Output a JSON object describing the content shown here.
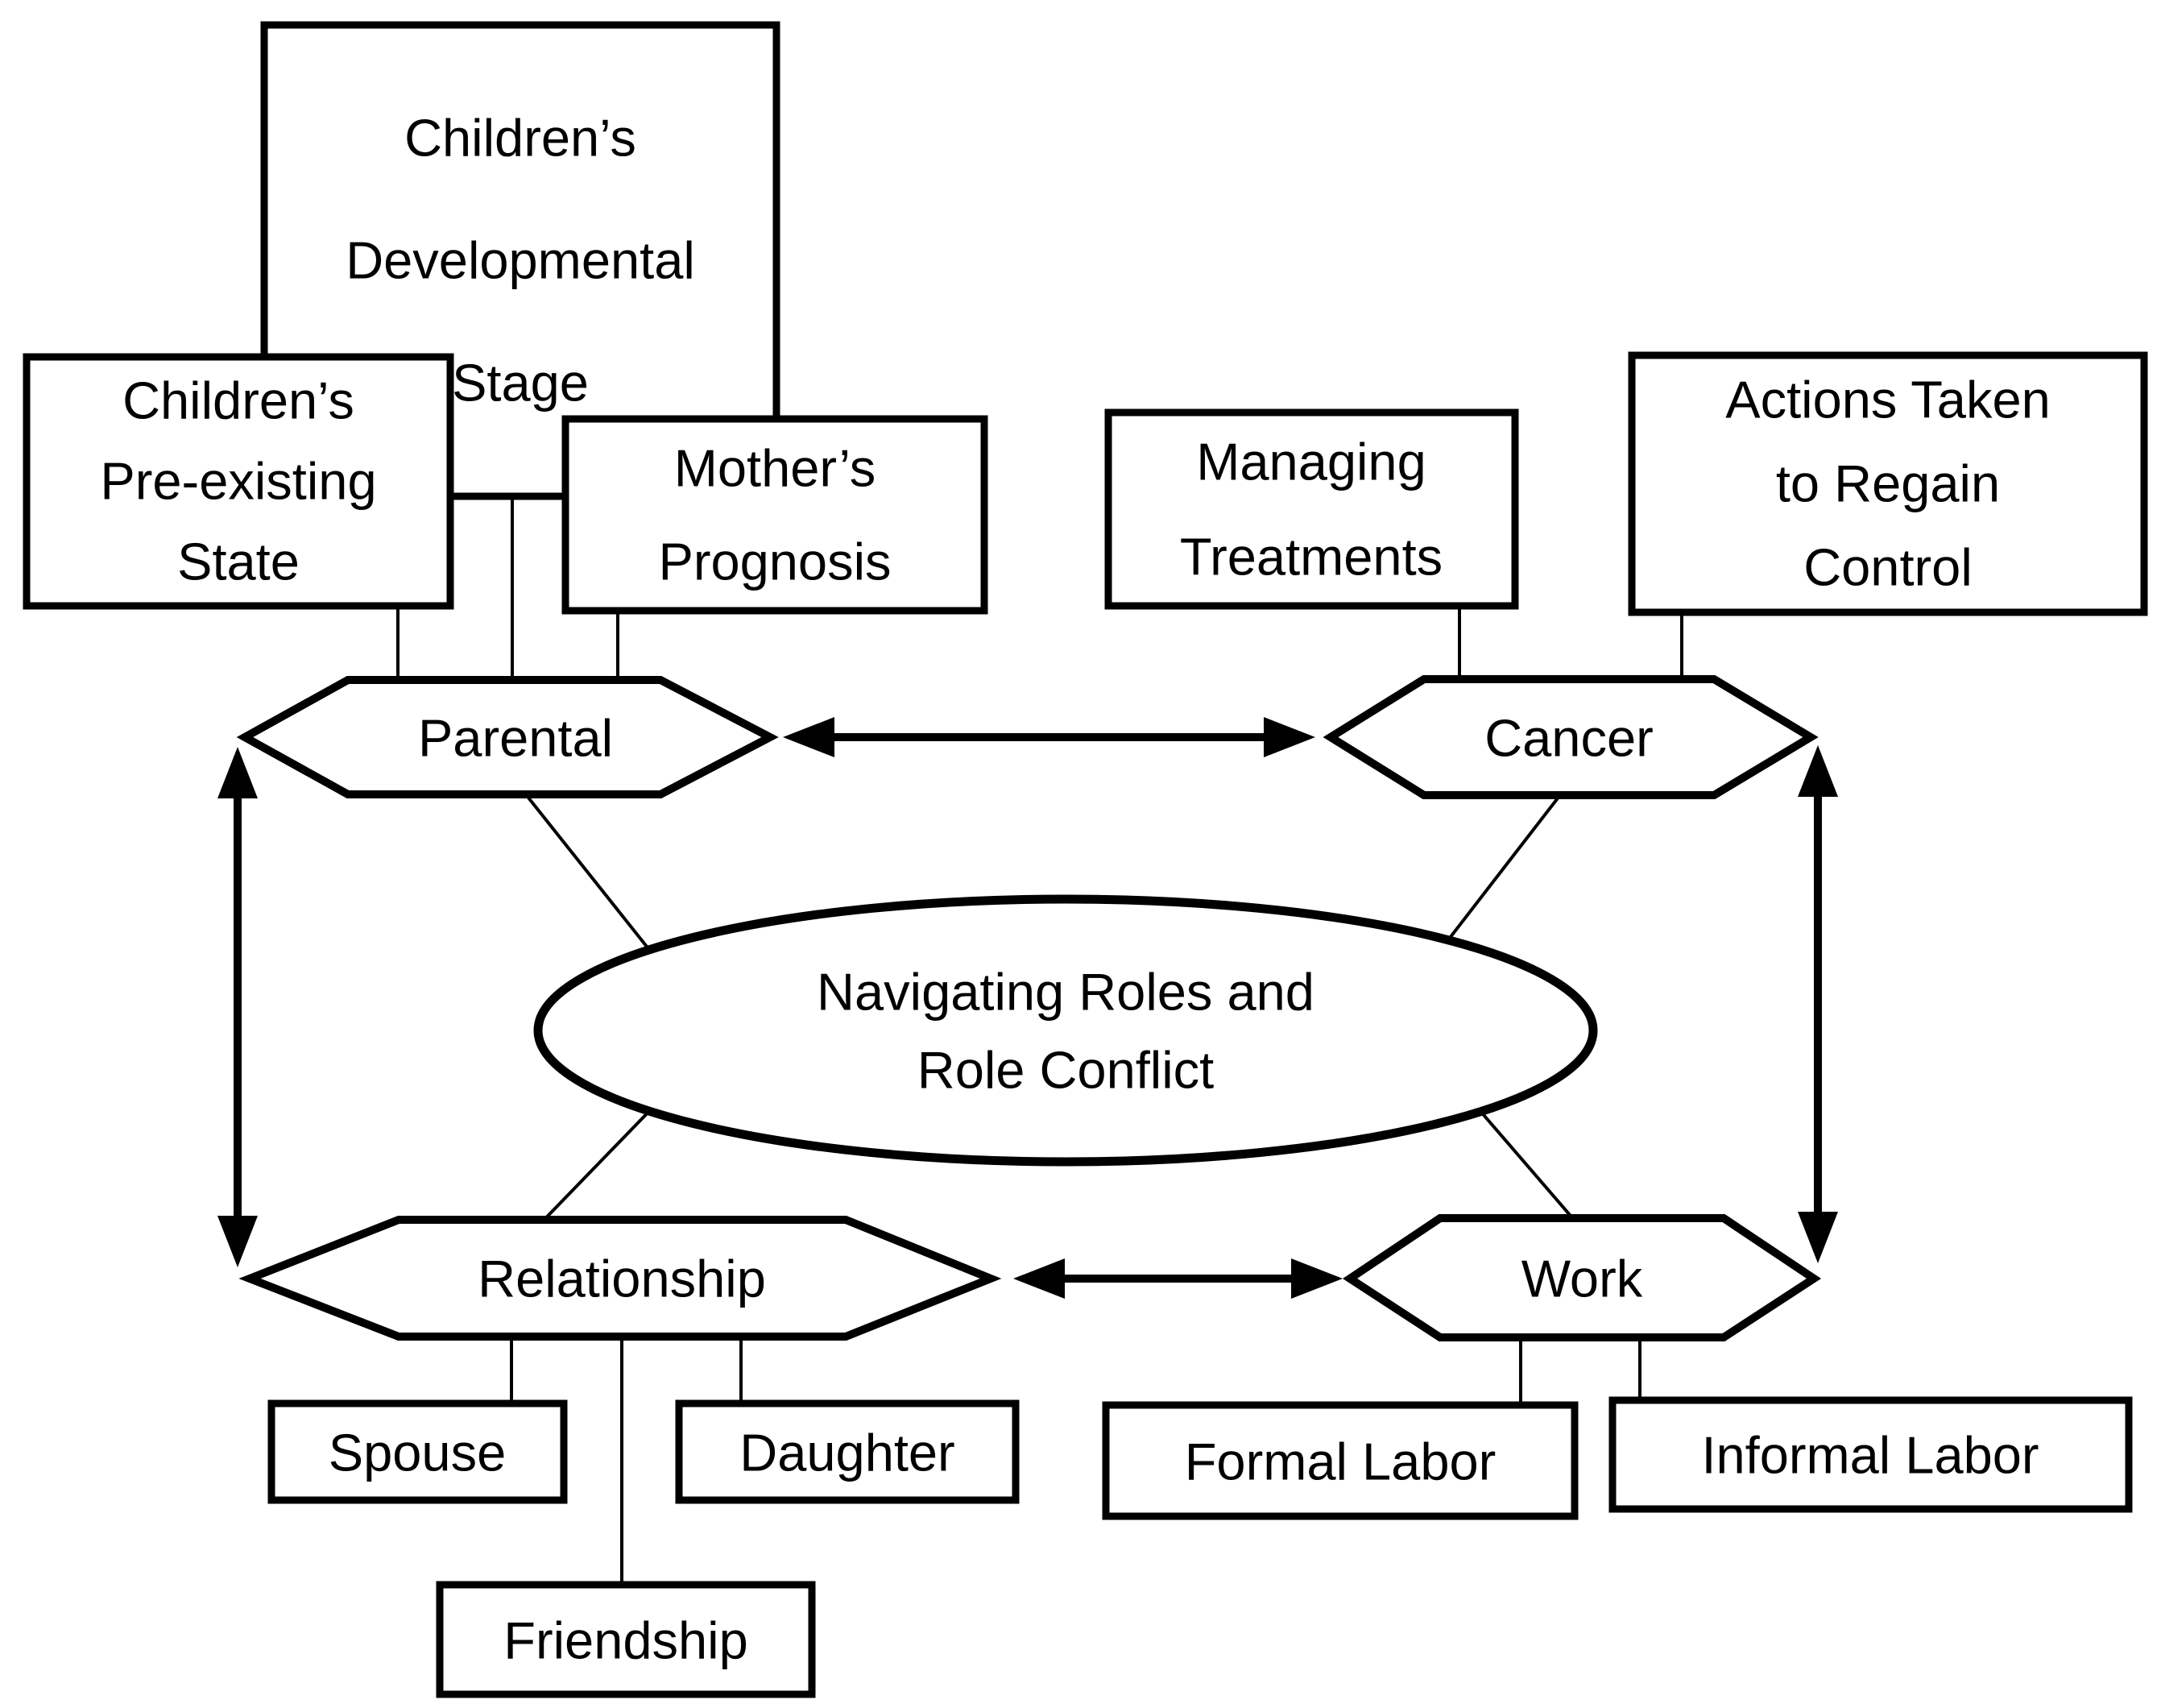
{
  "colors": {
    "ink": "#000000",
    "paper": "#ffffff"
  },
  "nodes": {
    "childrens_developmental_stage": {
      "shape": "rect",
      "lines": [
        "Children’s",
        "Developmental",
        "Stage"
      ]
    },
    "childrens_preexisting_state": {
      "shape": "rect",
      "lines": [
        "Children’s",
        "Pre-existing",
        "State"
      ]
    },
    "mothers_prognosis": {
      "shape": "rect",
      "lines": [
        "Mother’s",
        "Prognosis"
      ]
    },
    "managing_treatments": {
      "shape": "rect",
      "lines": [
        "Managing",
        "Treatments"
      ]
    },
    "actions_taken_to_regain_control": {
      "shape": "rect",
      "lines": [
        "Actions Taken",
        "to Regain",
        "Control"
      ]
    },
    "parental": {
      "shape": "hexagon",
      "label": "Parental"
    },
    "cancer": {
      "shape": "hexagon",
      "label": "Cancer"
    },
    "relationship": {
      "shape": "hexagon",
      "label": "Relationship"
    },
    "work": {
      "shape": "hexagon",
      "label": "Work"
    },
    "navigating_roles": {
      "shape": "ellipse",
      "lines": [
        "Navigating Roles and",
        "Role Conflict"
      ]
    },
    "spouse": {
      "shape": "rect",
      "label": "Spouse"
    },
    "daughter": {
      "shape": "rect",
      "label": "Daughter"
    },
    "friendship": {
      "shape": "rect",
      "label": "Friendship"
    },
    "formal_labor": {
      "shape": "rect",
      "label": "Formal Labor"
    },
    "informal_labor": {
      "shape": "rect",
      "label": "Informal Labor"
    }
  },
  "edges": [
    {
      "from": "childrens_developmental_stage",
      "to": "parental",
      "type": "line"
    },
    {
      "from": "childrens_preexisting_state",
      "to": "parental",
      "type": "line"
    },
    {
      "from": "mothers_prognosis",
      "to": "parental",
      "type": "line"
    },
    {
      "from": "managing_treatments",
      "to": "cancer",
      "type": "line"
    },
    {
      "from": "actions_taken_to_regain_control",
      "to": "cancer",
      "type": "line"
    },
    {
      "from": "parental",
      "to": "navigating_roles",
      "type": "line"
    },
    {
      "from": "cancer",
      "to": "navigating_roles",
      "type": "line"
    },
    {
      "from": "navigating_roles",
      "to": "relationship",
      "type": "line"
    },
    {
      "from": "navigating_roles",
      "to": "work",
      "type": "line"
    },
    {
      "from": "relationship",
      "to": "spouse",
      "type": "line"
    },
    {
      "from": "relationship",
      "to": "friendship",
      "type": "line"
    },
    {
      "from": "relationship",
      "to": "daughter",
      "type": "line"
    },
    {
      "from": "work",
      "to": "formal_labor",
      "type": "line"
    },
    {
      "from": "work",
      "to": "informal_labor",
      "type": "line"
    },
    {
      "from": "parental",
      "to": "cancer",
      "type": "double_arrow"
    },
    {
      "from": "relationship",
      "to": "work",
      "type": "double_arrow"
    },
    {
      "from": "parental",
      "to": "relationship",
      "type": "double_arrow"
    },
    {
      "from": "cancer",
      "to": "work",
      "type": "double_arrow"
    }
  ]
}
